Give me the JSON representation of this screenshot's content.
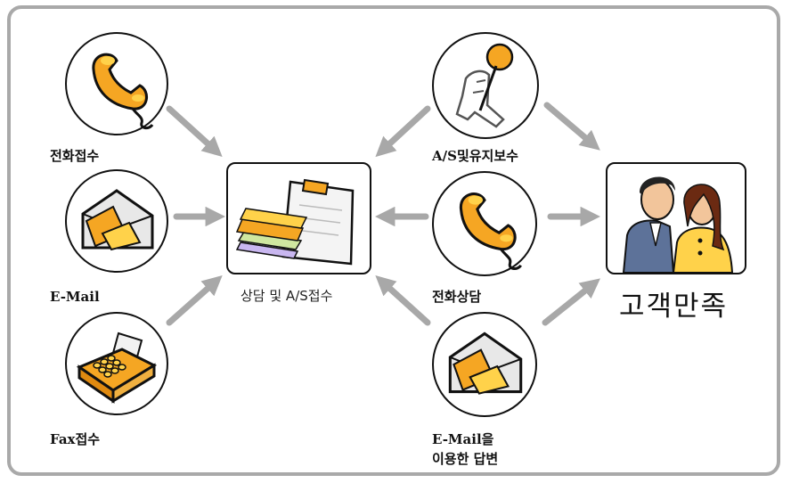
{
  "labels": {
    "phone_intake": "전화접수",
    "email": "E-Mail",
    "fax_intake": "Fax접수",
    "as_maintenance": "A/S및유지보수",
    "phone_consult": "전화상담",
    "email_reply_line1": "E-Mail을",
    "email_reply_line2": "이용한 답변",
    "center": "상담 및 A/S접수",
    "satisfaction": "고객만족"
  },
  "colors": {
    "frame": "#a9a9a9",
    "arrow": "#a8a8a8",
    "accent_orange": "#f5a623",
    "accent_yellow": "#ffd24a"
  },
  "icons": [
    "phone-icon",
    "envelope-icon",
    "fax-icon",
    "technician-icon",
    "clipboard-books-icon",
    "couple-icon"
  ]
}
